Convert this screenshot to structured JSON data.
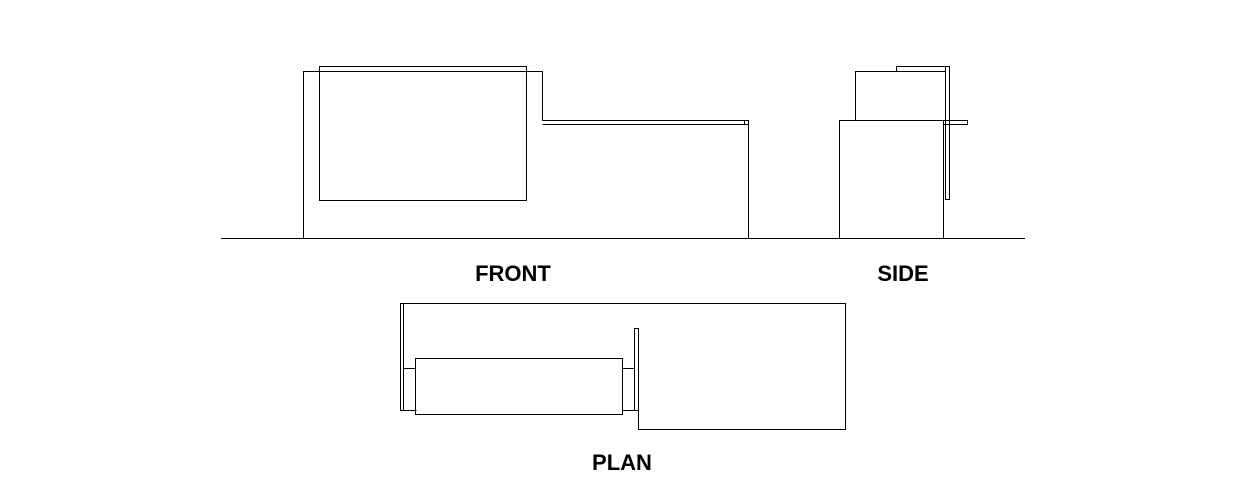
{
  "diagram": {
    "labels": {
      "front": "FRONT",
      "side": "SIDE",
      "plan": "PLAN"
    },
    "colors": {
      "line": "#000000",
      "background": "#ffffff"
    }
  }
}
